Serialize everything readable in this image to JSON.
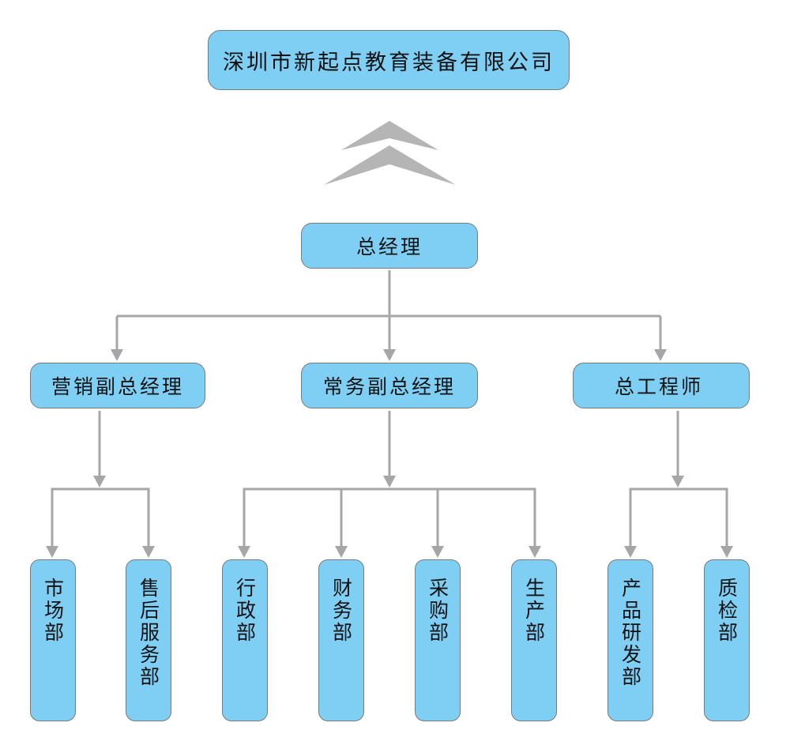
{
  "company": {
    "name": "深圳市新起点教育装备有限公司"
  },
  "chevron_icon": "double-chevron-up",
  "general_manager": {
    "title": "总经理"
  },
  "deputies": [
    {
      "id": "marketing",
      "title": "营销副总经理",
      "departments": [
        {
          "name": "市场部"
        },
        {
          "name": "售后服务部"
        }
      ]
    },
    {
      "id": "operations",
      "title": "常务副总经理",
      "departments": [
        {
          "name": "行政部"
        },
        {
          "name": "财务部"
        },
        {
          "name": "采购部"
        },
        {
          "name": "生产部"
        }
      ]
    },
    {
      "id": "engineering",
      "title": "总工程师",
      "departments": [
        {
          "name": "产品研发部"
        },
        {
          "name": "质检部"
        }
      ]
    }
  ],
  "colors": {
    "box_fill": "#7fcff5",
    "box_border": "#7a7a7a",
    "connector": "#a6a6a6",
    "chevron": "#b5b5b5"
  }
}
